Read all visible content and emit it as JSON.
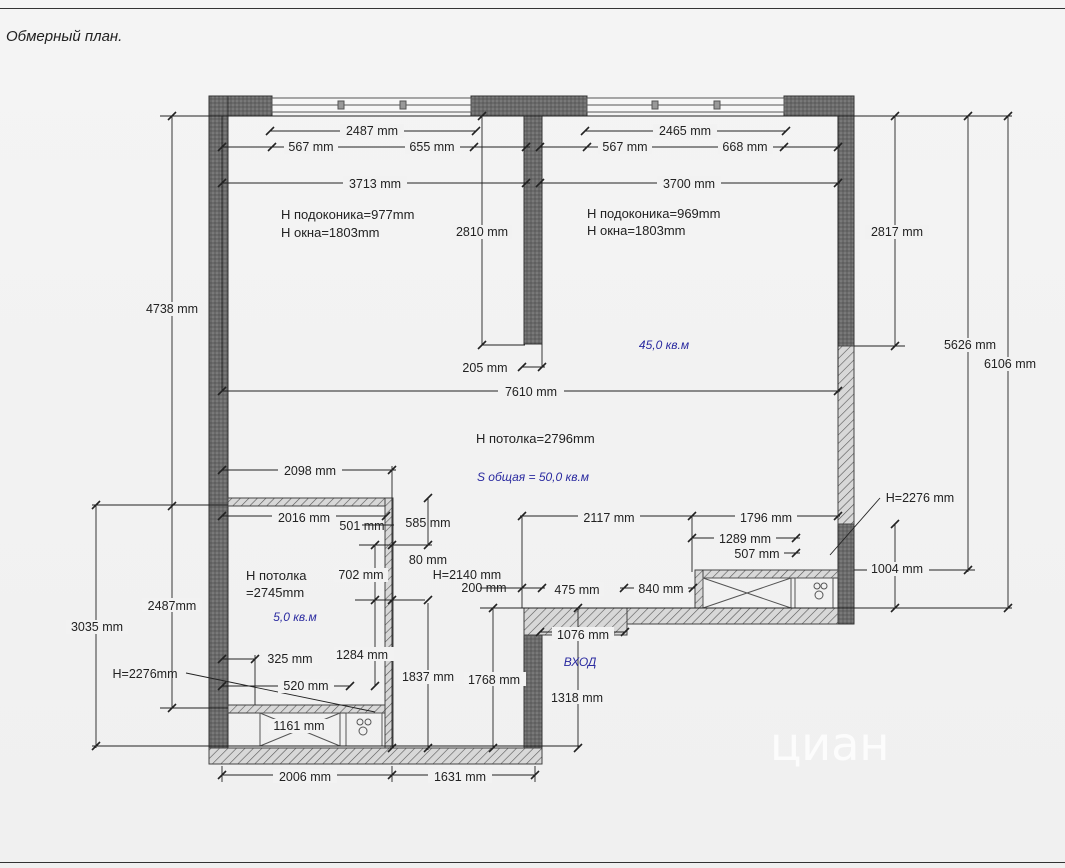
{
  "title": "Обмерный план.",
  "dims": {
    "d2487": "2487 mm",
    "d2465": "2465 mm",
    "d567a": "567 mm",
    "d655": "655 mm",
    "d567b": "567 mm",
    "d668": "668 mm",
    "d3713": "3713 mm",
    "d3700": "3700 mm",
    "d2810": "2810 mm",
    "d2817": "2817 mm",
    "d4738": "4738 mm",
    "d5626": "5626 mm",
    "d6106": "6106 mm",
    "d205": "205 mm",
    "d7610": "7610 mm",
    "d2098": "2098 mm",
    "d2016": "2016 mm",
    "d501": "501 mm",
    "d585": "585 mm",
    "d80": "80 mm",
    "d702": "702 mm",
    "d2140": "H=2140 mm",
    "d200": "200 mm",
    "d475": "475 mm",
    "d840": "840 mm",
    "d2117": "2117 mm",
    "d1796": "1796 mm",
    "d1289": "1289 mm",
    "d507": "507 mm",
    "d1004": "1004 mm",
    "dH2276r": "H=2276 mm",
    "d2487b": "2487mm",
    "d3035": "3035 mm",
    "d1284": "1284 mm",
    "d1837": "1837 mm",
    "d1768": "1768 mm",
    "d1318": "1318 mm",
    "d1076": "1076 mm",
    "d325": "325 mm",
    "d520": "520 mm",
    "d1161": "1161 mm",
    "dH2276l": "H=2276mm",
    "d2006": "2006 mm",
    "d1631": "1631 mm"
  },
  "notes": {
    "sill_left": "Н подоконика=977mm",
    "win_left": "Н окна=1803mm",
    "sill_right": "Н подоконика=969mm",
    "win_right": "Н окна=1803mm",
    "ceiling": "Н потолка=2796mm",
    "bath_ceiling_1": "Н потолка",
    "bath_ceiling_2": "=2745mm"
  },
  "areas": {
    "main": "45,0 кв.м",
    "total": "S  общая = 50,0 кв.м",
    "bath": "5,0 кв.м",
    "entrance": "ВХОД"
  },
  "watermark": "циан"
}
